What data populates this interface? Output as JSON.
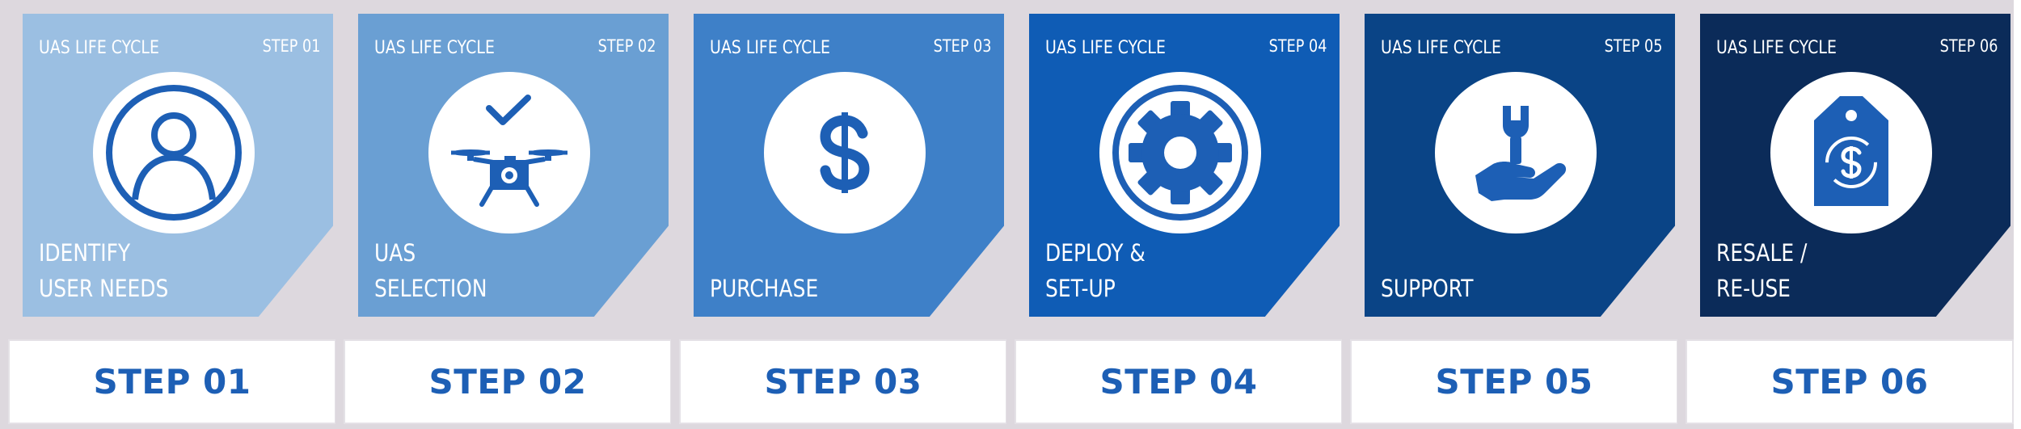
{
  "colors": {
    "step01": "#9bbfe2",
    "step02": "#6a9fd3",
    "step03": "#3e80c8",
    "step04": "#0f5cb5",
    "step05": "#0a4486",
    "step06": "#0b2b59",
    "text_blue": "#1d5fb5"
  },
  "steps": [
    {
      "label": "UAS LIFE CYCLE",
      "step": "STEP 01",
      "title_line1": "IDENTIFY",
      "title_line2": "USER NEEDS",
      "footer": "STEP 01",
      "icon": "user-icon"
    },
    {
      "label": "UAS LIFE CYCLE",
      "step": "STEP 02",
      "title_line1": "UAS",
      "title_line2": "SELECTION",
      "footer": "STEP 02",
      "icon": "drone-icon"
    },
    {
      "label": "UAS LIFE CYCLE",
      "step": "STEP 03",
      "title_line1": "",
      "title_line2": "PURCHASE",
      "footer": "STEP 03",
      "icon": "dollar-icon"
    },
    {
      "label": "UAS LIFE CYCLE",
      "step": "STEP 04",
      "title_line1": "DEPLOY &",
      "title_line2": "SET-UP",
      "footer": "STEP 04",
      "icon": "gear-icon"
    },
    {
      "label": "UAS LIFE CYCLE",
      "step": "STEP 05",
      "title_line1": "",
      "title_line2": "SUPPORT",
      "footer": "STEP 05",
      "icon": "wrench-hand-icon"
    },
    {
      "label": "UAS LIFE CYCLE",
      "step": "STEP 06",
      "title_line1": "RESALE /",
      "title_line2": "RE-USE",
      "footer": "STEP 06",
      "icon": "price-tag-icon"
    }
  ]
}
